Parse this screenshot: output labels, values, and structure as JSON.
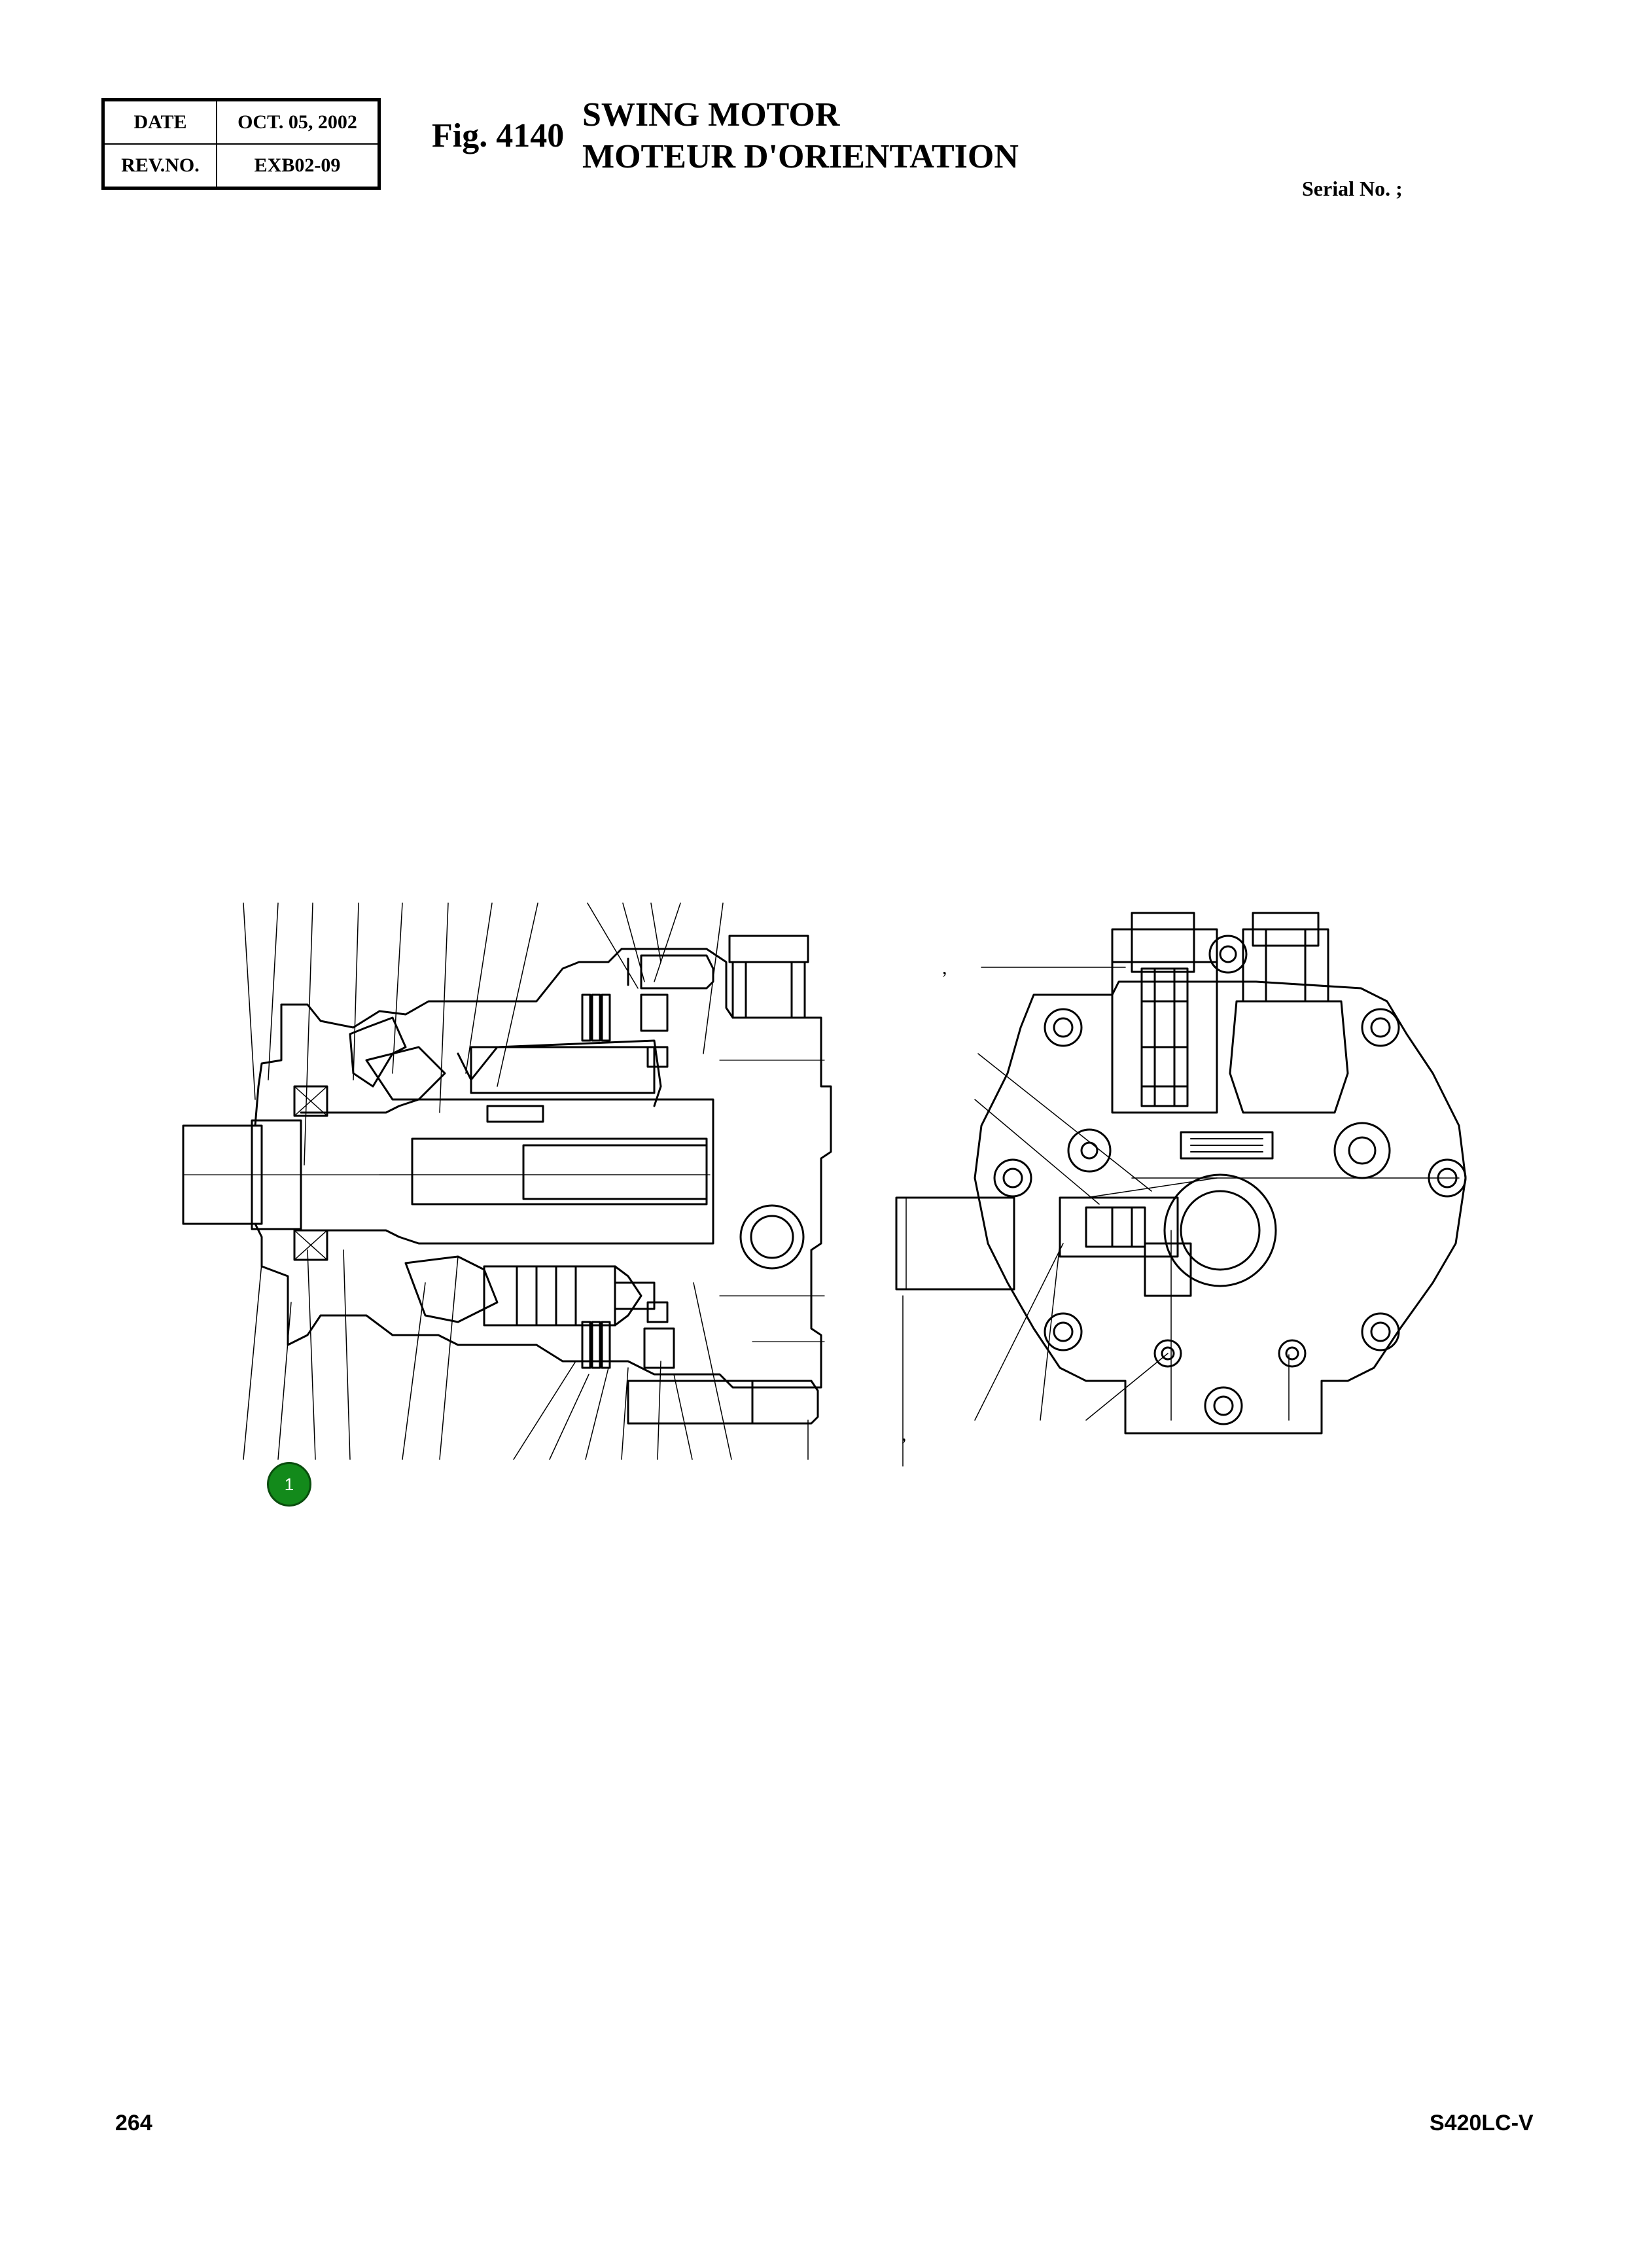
{
  "header": {
    "date_label": "DATE",
    "date_value": "OCT. 05, 2002",
    "rev_label": "REV.NO.",
    "rev_value": "EXB02-09",
    "fig_label": "Fig. 4140",
    "title_en": "SWING MOTOR",
    "title_fr": "MOTEUR D'ORIENTATION",
    "serial": "Serial No. ;"
  },
  "drawing": {
    "callout_number": "1",
    "callout_color": "#138a1b",
    "mark_1": ",",
    "mark_2": ","
  },
  "footer": {
    "page_number": "264",
    "model": "S420LC-V"
  }
}
